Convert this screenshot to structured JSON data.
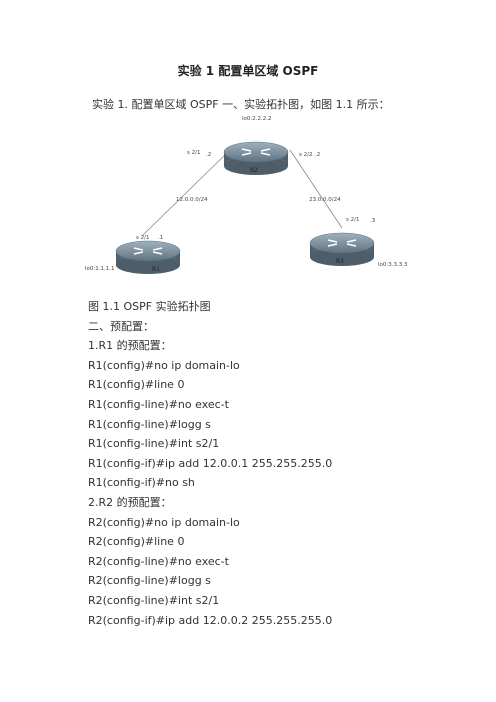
{
  "doc": {
    "title": "实验 1 配置单区域 OSPF",
    "intro": "实验 1. 配置单区域 OSPF 一、实验拓扑图，如图 1.1 所示：",
    "figure": {
      "r1": {
        "name": "R1",
        "lo": "lo0:1.1.1.1",
        "intf": "s 2/1",
        "ip": ".1"
      },
      "r2": {
        "name": "R2",
        "lo": "lo0:2.2.2.2",
        "intf_left": "s 2/1",
        "ip_left": ".2",
        "intf_right": "s 2/2",
        "ip_right": ".2"
      },
      "r3": {
        "name": "R3",
        "lo": "lo0:3.3.3.3",
        "intf": "s 2/1",
        "ip": ".3"
      },
      "net_left": "12.0.0.0/24",
      "net_right": "23.0.0.0/24"
    },
    "lines": [
      "图 1.1 OSPF 实验拓扑图",
      "二、预配置：",
      "1.R1 的预配置：",
      "R1(config)#no ip domain-lo",
      "R1(config)#line 0",
      "R1(config-line)#no exec-t",
      "R1(config-line)#logg s",
      "R1(config-line)#int s2/1",
      "R1(config-if)#ip add 12.0.0.1 255.255.255.0",
      "R1(config-if)#no sh",
      "2.R2 的预配置：",
      "R2(config)#no ip domain-lo",
      "R2(config)#line 0",
      "R2(config-line)#no exec-t",
      "R2(config-line)#logg s",
      "R2(config-line)#int s2/1",
      "R2(config-if)#ip add 12.0.0.2 255.255.255.0"
    ]
  }
}
